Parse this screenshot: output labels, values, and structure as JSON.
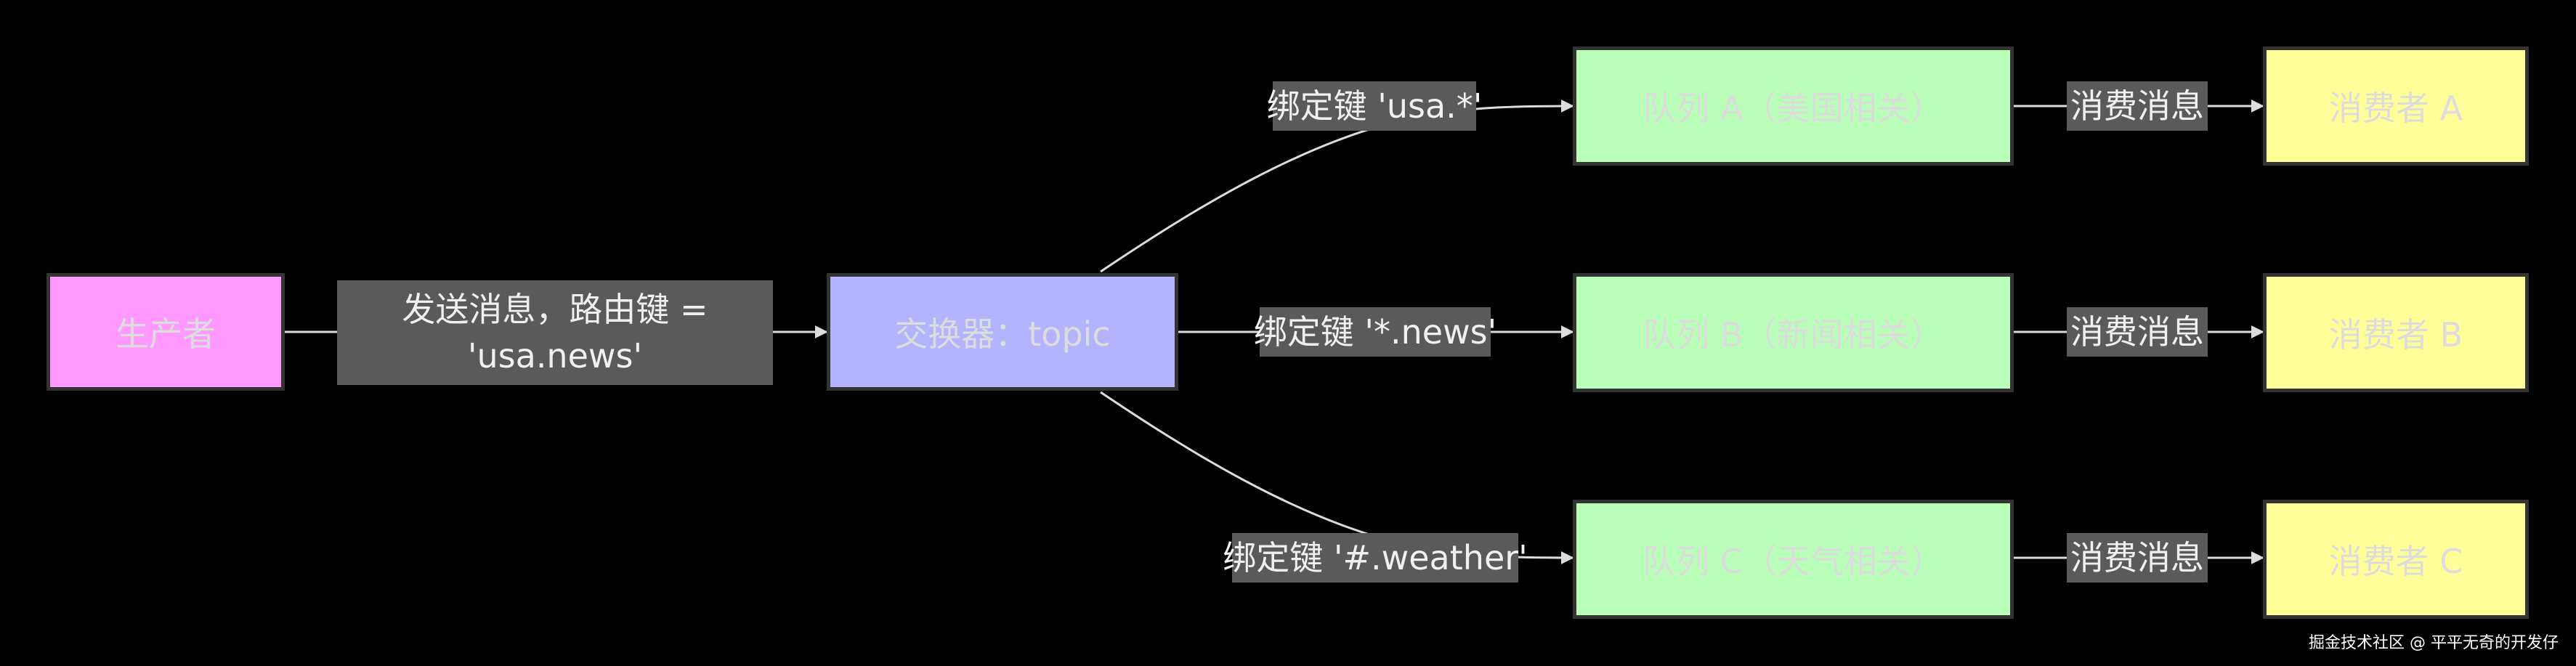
{
  "diagram": {
    "producer": {
      "label": "生产者",
      "color": "#ff99ff"
    },
    "exchange": {
      "label": "交换器：topic",
      "color": "#b3b3ff"
    },
    "queues": [
      {
        "label": "队列 A（美国相关）",
        "color": "#b9ffb9"
      },
      {
        "label": "队列 B（新闻相关）",
        "color": "#b9ffb9"
      },
      {
        "label": "队列 C（天气相关）",
        "color": "#b9ffb9"
      }
    ],
    "consumers": [
      {
        "label": "消费者 A",
        "color": "#ffff99"
      },
      {
        "label": "消费者 B",
        "color": "#ffff99"
      },
      {
        "label": "消费者 C",
        "color": "#ffff99"
      }
    ],
    "send_label": {
      "line1": "发送消息，路由键 =",
      "line2": "'usa.news'"
    },
    "bindings": [
      "绑定键 'usa.*'",
      "绑定键 '*.news'",
      "绑定键 '#.weather'"
    ],
    "consume_label": "消费消息",
    "edge_color": "#dcdcdc",
    "label_bg": "#5a5a5a"
  },
  "watermark": "掘金技术社区 @ 平平无奇的开发仔"
}
